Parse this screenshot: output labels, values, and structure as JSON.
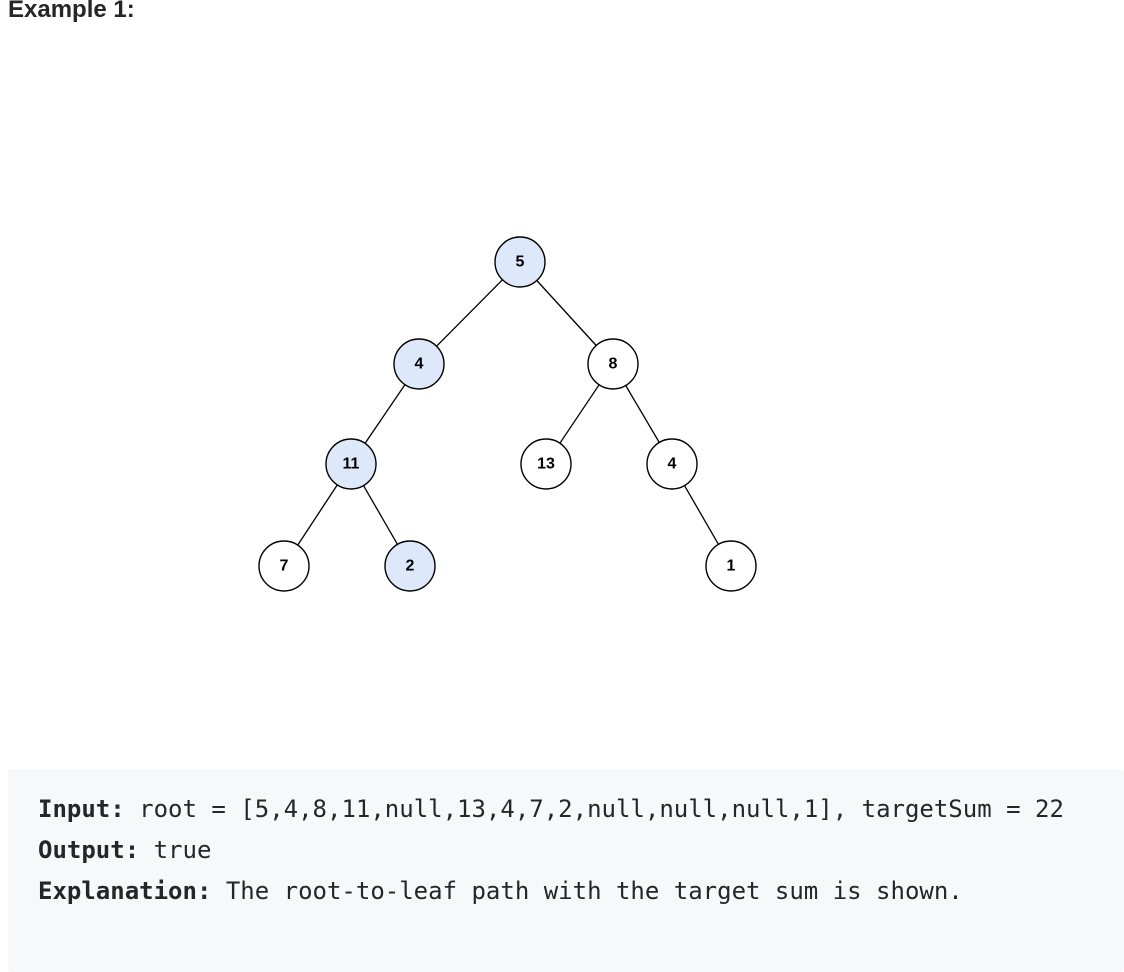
{
  "heading": "Example 1:",
  "tree": {
    "highlight_color": "#dde8fb",
    "plain_color": "#ffffff",
    "nodes": [
      {
        "id": "n5",
        "label": "5",
        "highlighted": true
      },
      {
        "id": "n4",
        "label": "4",
        "highlighted": true
      },
      {
        "id": "n8",
        "label": "8",
        "highlighted": false
      },
      {
        "id": "n11",
        "label": "11",
        "highlighted": true
      },
      {
        "id": "n13",
        "label": "13",
        "highlighted": false
      },
      {
        "id": "n4b",
        "label": "4",
        "highlighted": false
      },
      {
        "id": "n7",
        "label": "7",
        "highlighted": false
      },
      {
        "id": "n2",
        "label": "2",
        "highlighted": true
      },
      {
        "id": "n1",
        "label": "1",
        "highlighted": false
      }
    ],
    "edges": [
      [
        "n5",
        "n4"
      ],
      [
        "n5",
        "n8"
      ],
      [
        "n4",
        "n11"
      ],
      [
        "n8",
        "n13"
      ],
      [
        "n8",
        "n4b"
      ],
      [
        "n11",
        "n7"
      ],
      [
        "n11",
        "n2"
      ],
      [
        "n4b",
        "n1"
      ]
    ]
  },
  "example": {
    "input_label": "Input:",
    "input_value": " root = [5,4,8,11,null,13,4,7,2,null,null,null,1], targetSum = 22",
    "output_label": "Output:",
    "output_value": " true",
    "explanation_label": "Explanation:",
    "explanation_value": " The root-to-leaf path with the target sum is shown."
  }
}
